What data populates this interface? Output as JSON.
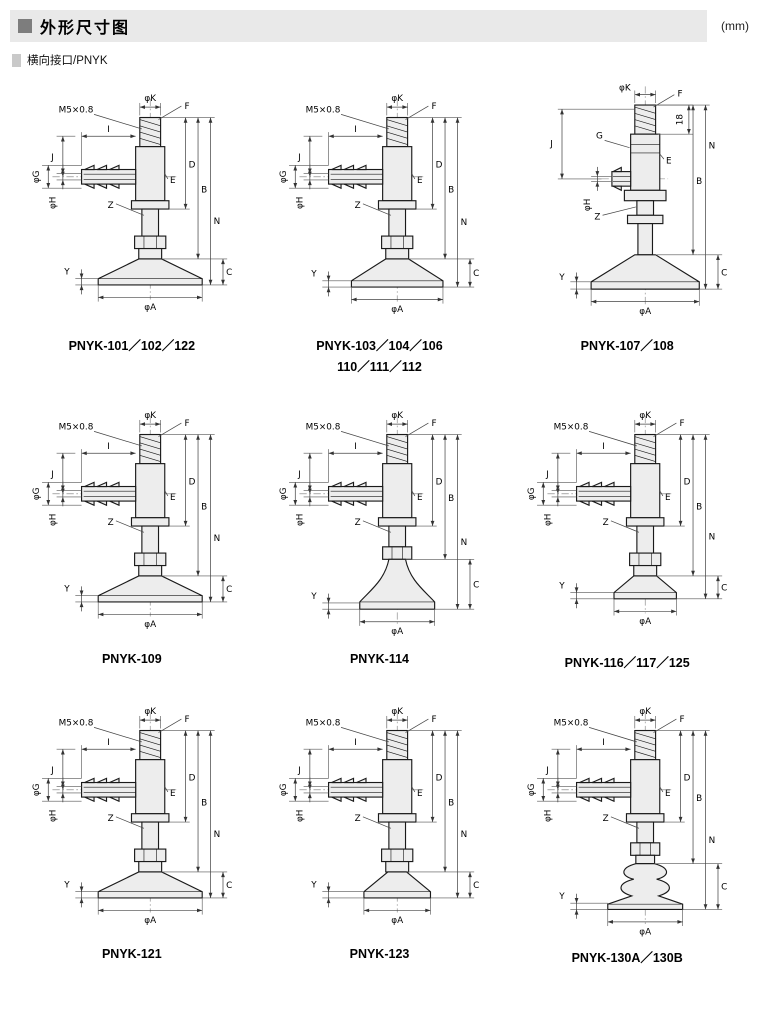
{
  "header": {
    "title": "外形尺寸图",
    "unit": "(mm)"
  },
  "subtitle": {
    "label": "横向接口/PNYK"
  },
  "dim_labels": {
    "thread": "M5×0.8",
    "I": "I",
    "K": "φK",
    "F": "F",
    "J": "J",
    "G": "φG",
    "H": "φH",
    "Z": "Z",
    "E": "E",
    "D": "D",
    "B": "B",
    "N": "N",
    "C": "C",
    "Y": "Y",
    "A": "φA"
  },
  "dim_labels_v3": {
    "K": "φK",
    "F": "F",
    "J": "J",
    "G": "G",
    "H": "φH",
    "Z": "Z",
    "E": "E",
    "B": "B",
    "N": "N",
    "C": "C",
    "Y": "Y",
    "A": "φA",
    "len18": "18"
  },
  "figures": [
    {
      "caption": "PNYK-101／102／122",
      "cup": "flat",
      "variant": "std"
    },
    {
      "caption": "PNYK-103／104／106",
      "caption2": "110／111／112",
      "cup": "flat2",
      "variant": "std"
    },
    {
      "caption": "PNYK-107／108",
      "cup": "flat",
      "variant": "v3"
    },
    {
      "caption": "PNYK-109",
      "cup": "flat",
      "variant": "std"
    },
    {
      "caption": "PNYK-114",
      "cup": "funnel",
      "variant": "std"
    },
    {
      "caption": "PNYK-116／117／125",
      "cup": "small",
      "variant": "std"
    },
    {
      "caption": "PNYK-121",
      "cup": "flat",
      "variant": "std"
    },
    {
      "caption": "PNYK-123",
      "cup": "taper",
      "variant": "std"
    },
    {
      "caption": "PNYK-130A／130B",
      "cup": "bellows",
      "variant": "std"
    }
  ]
}
